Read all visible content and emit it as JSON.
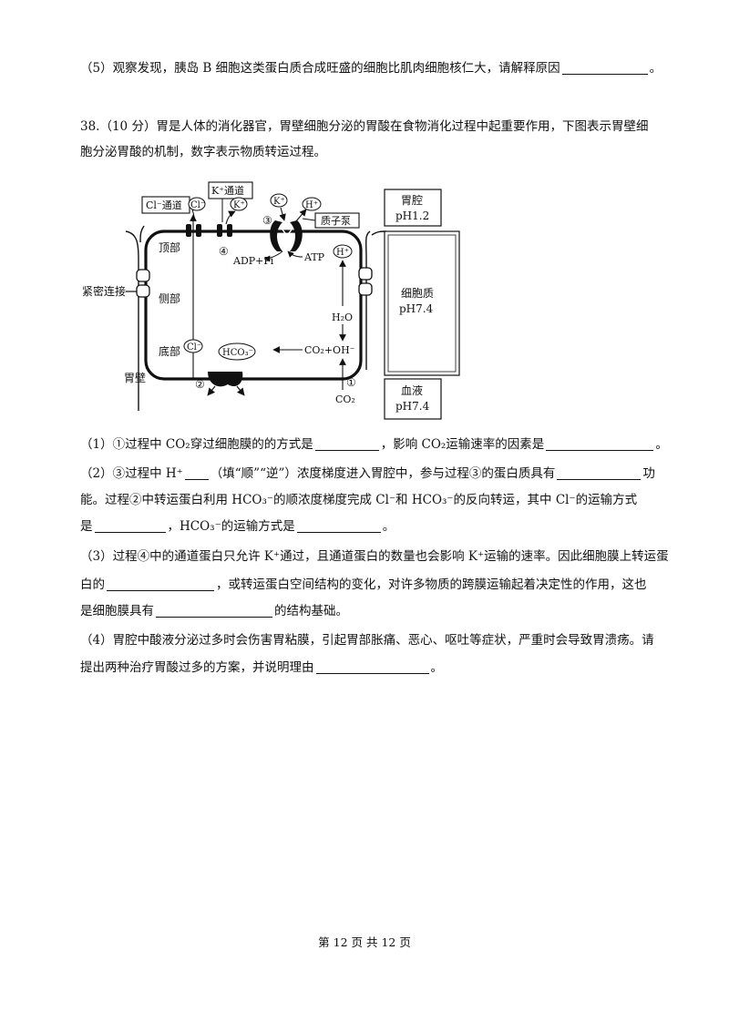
{
  "q37_5": {
    "text": "（5）观察发现，胰岛 B 细胞这类蛋白质合成旺盛的细胞比肌肉细胞核仁大，请解释原因",
    "end": "。"
  },
  "q38": {
    "intro_line1": "38.（10 分）胃是人体的消化器官，胃壁细胞分泌的胃酸在食物消化过程中起重要作用，下图表示胃壁细",
    "intro_line2": "胞分泌胃酸的机制，数字表示物质转运过程。"
  },
  "diagram": {
    "cl_channel": "Cl⁻通道",
    "k_channel": "K⁺通道",
    "proton_pump": "质子泵",
    "cl": "Cl⁻",
    "k": "K⁺",
    "h": "H⁺",
    "hco3": "HCO₃⁻",
    "num1": "①",
    "num2": "②",
    "num3": "③",
    "num4": "④",
    "adp": "ADP+Pi",
    "atp": "ATP",
    "h2o": "H₂O",
    "co2_oh": "CO₂+OH⁻",
    "co2": "CO₂",
    "top": "顶部",
    "side": "侧部",
    "bottom": "底部",
    "tight_junction": "紧密连接",
    "stomach_wall": "胃壁",
    "box1_line1": "胃腔",
    "box1_line2": "pH1.2",
    "box2_line1": "细胞质",
    "box2_line2": "pH7.4",
    "box3_line1": "血液",
    "box3_line2": "pH7.4"
  },
  "questions": {
    "q1_a": "（1）①过程中 CO₂穿过细胞膜的的方式是",
    "q1_b": "，影响 CO₂运输速率的因素是",
    "q1_end": "。",
    "q2_a": "（2）③过程中 H⁺",
    "q2_b": "（填“顺”“逆”）浓度梯度进入胃腔中，参与过程③的蛋白质具有",
    "q2_c": "功",
    "q2_line2": "能。过程②中转运蛋白利用 HCO₃⁻的顺浓度梯度完成 Cl⁻和 HCO₃⁻的反向转运，其中 Cl⁻的运输方式",
    "q2_line3_a": "是",
    "q2_line3_b": "，HCO₃⁻的运输方式是",
    "q2_line3_end": "。",
    "q3_line1": "（3）过程④中的通道蛋白只允许 K⁺通过，且通道蛋白的数量也会影响 K⁺运输的速率。因此细胞膜上转运蛋",
    "q3_line2_a": "白的",
    "q3_line2_b": "，或转运蛋白空间结构的变化，对许多物质的跨膜运输起着决定性的作用，这也",
    "q3_line3_a": "是细胞膜具有",
    "q3_line3_b": "的结构基础。",
    "q4_line1": "（4）胃腔中酸液分泌过多时会伤害胃粘膜，引起胃部胀痛、恶心、呕吐等症状，严重时会导致胃溃疡。请",
    "q4_line2_a": "提出两种治疗胃酸过多的方案，并说明理由",
    "q4_line2_end": "。"
  },
  "footer": "第 12 页 共 12 页"
}
